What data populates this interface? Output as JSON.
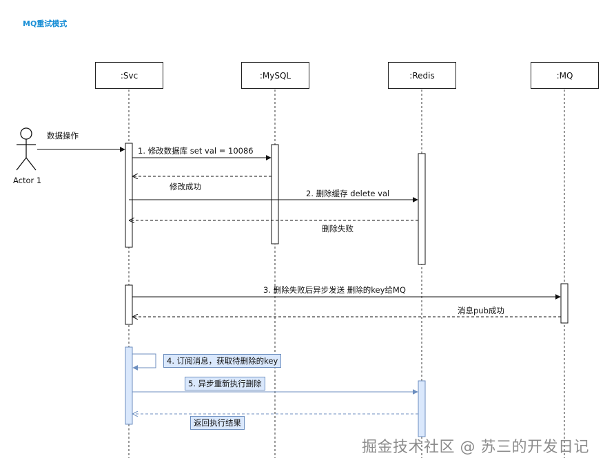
{
  "title": "MQ重试模式",
  "lifelines": [
    ":Svc",
    ":MySQL",
    ":Redis",
    ":MQ"
  ],
  "actor": "Actor 1",
  "messages": {
    "m0": "数据操作",
    "m1": "1. 修改数据库  set val = 10086",
    "m2": "修改成功",
    "m3": "2. 删除缓存 delete val",
    "m4": "删除失败",
    "m5": "3. 删除失败后异步发送 删除的key给MQ",
    "m6": "消息pub成功",
    "m7": "4. 订阅消息，获取待删除的key",
    "m8": "5. 异步重新执行删除",
    "m9": "返回执行结果"
  },
  "watermark": "掘金技术社区 @ 苏三的开发日记",
  "colors": {
    "title": "#1a8fd6",
    "highlight_fill": "#dae8fc",
    "highlight_stroke": "#6c8ebf"
  }
}
